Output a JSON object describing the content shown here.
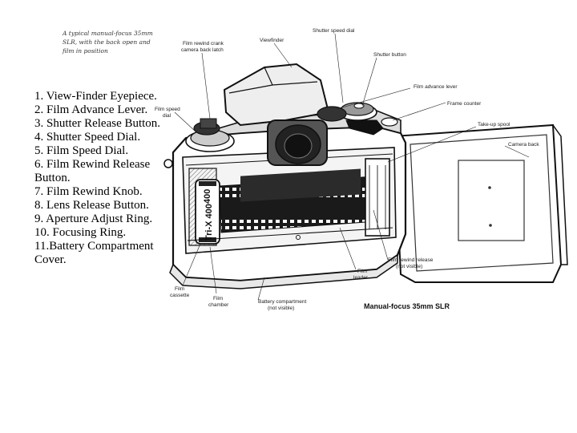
{
  "caption": {
    "line1": "A typical manual-focus 35mm",
    "line2": "SLR, with the back open and",
    "line3": "film in position"
  },
  "parts_list": [
    "1. View-Finder Eyepiece.",
    "2. Film Advance Lever.",
    "3. Shutter Release Button.",
    "4. Shutter Speed Dial.",
    "5. Film Speed Dial.",
    "6. Film Rewind Release Button.",
    "7. Film Rewind Knob.",
    "8. Lens Release Button.",
    "9. Aperture Adjust Ring.",
    "10. Focusing Ring.",
    "11.Battery Compartment Cover."
  ],
  "callouts": {
    "shutter_speed_dial": "Shutter speed dial",
    "film_rewind_line1": "Film rewind crank",
    "film_rewind_line2": "camera back latch",
    "viewfinder": "Viewfinder",
    "shutter_button": "Shutter button",
    "film_advance_lever": "Film advance lever",
    "film_speed_line1": "Film speed",
    "film_speed_line2": "dial",
    "frame_counter": "Frame counter",
    "take_up_spool": "Take-up spool",
    "camera_back": "Camera back",
    "film_rewind_release_line1": "Film rewind release",
    "film_rewind_release_line2": "(not visible)",
    "film_leader_line1": "Film",
    "film_leader_line2": "leader",
    "film_cassette_line1": "Film",
    "film_cassette_line2": "cassette",
    "film_chamber_line1": "Film",
    "film_chamber_line2": "chamber",
    "battery_line1": "Battery compartment",
    "battery_line2": "(not visible)"
  },
  "film_cassette_text": {
    "brand": "Tri-X 400",
    "speed": "400"
  },
  "diagram_title": "Manual-focus 35mm SLR"
}
